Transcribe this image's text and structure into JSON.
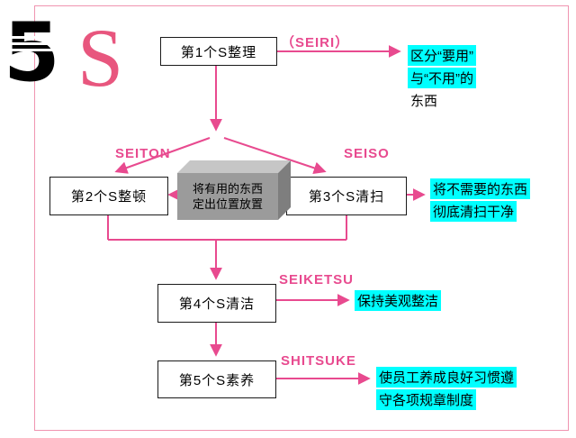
{
  "logo": {
    "five": "5",
    "s": "S"
  },
  "flow": {
    "step1": "第1个S整理",
    "step2": "第2个S整顿",
    "step3": "第3个S清扫",
    "step4": "第4个S清洁",
    "step5": "第5个S素养"
  },
  "romaji": {
    "seiri": "（SEIRI）",
    "seiton": "SEITON",
    "seiso": "SEISO",
    "seiketsu": "SEIKETSU",
    "shitsuke": "SHITSUKE"
  },
  "cube": {
    "line1": "将有用的东西",
    "line2": "定出位置放置"
  },
  "notes": {
    "note1": {
      "line1": "区分“要用”",
      "line2": "与“不用”的",
      "line3": "东西"
    },
    "note2": {
      "line1": "将不需要的东西",
      "line2": "彻底清扫干净"
    },
    "note3": {
      "line1": "保持美观整洁"
    },
    "note4": {
      "line1": "使员工养成良好习惯遵",
      "line2": "守各项规章制度"
    }
  },
  "colors": {
    "pink": "#e84a8f",
    "frame_pink": "#f094b0",
    "cyan": "#00ffff",
    "cube_front": "#9b9b9b",
    "cube_top": "#c6c6c6",
    "cube_side": "#7e7e7e"
  }
}
